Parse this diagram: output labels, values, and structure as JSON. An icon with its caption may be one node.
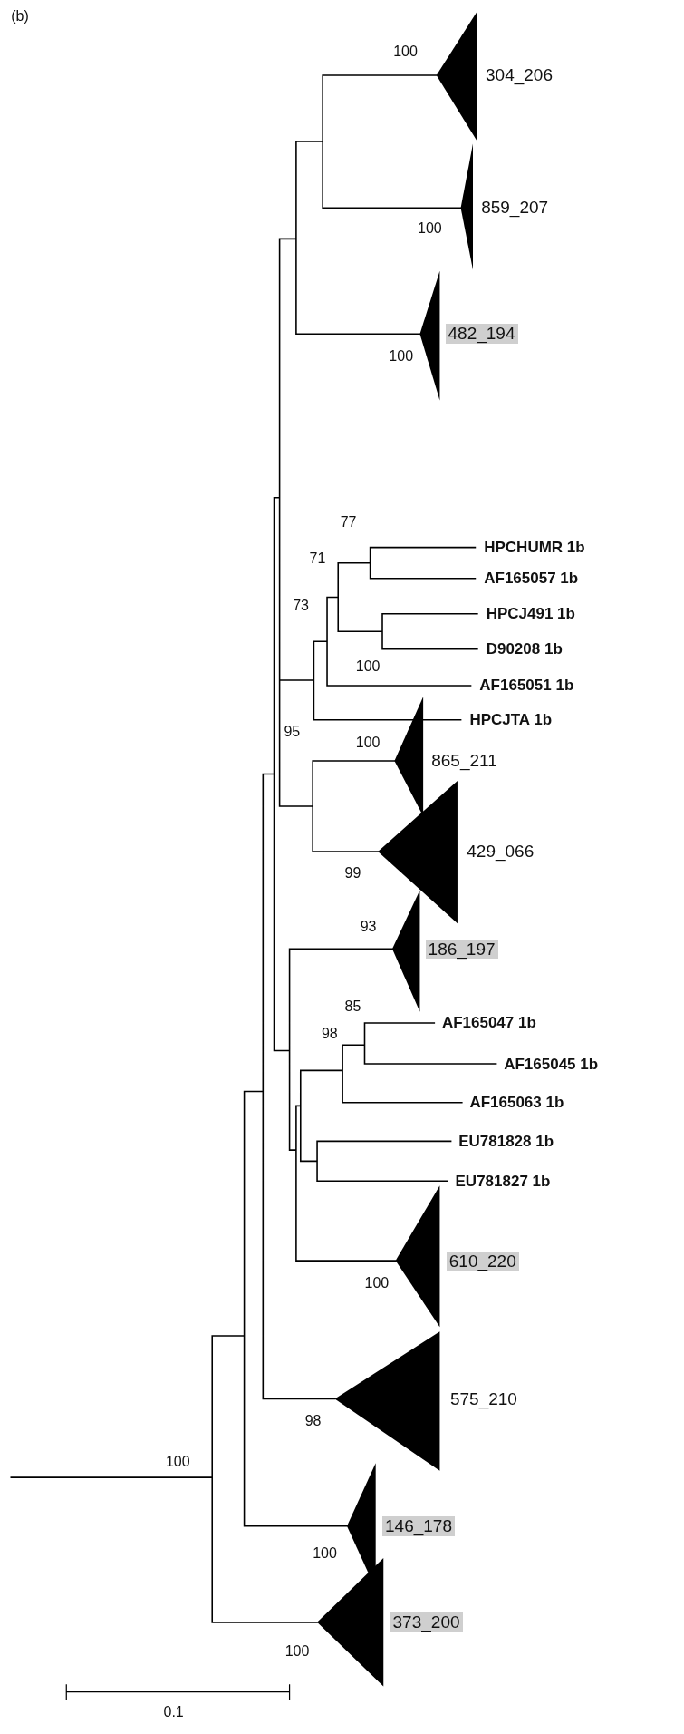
{
  "diagram": {
    "labels": [
      "(b)",
      "100",
      "304_206",
      "859_207",
      "100",
      "482_194",
      "100",
      "77",
      "HPCHUMR 1b",
      "71",
      "AF165057 1b",
      "73",
      "HPCJ491 1b",
      "D90208 1b",
      "100",
      "AF165051 1b",
      "HPCJTA 1b",
      "95",
      "100",
      "865_211",
      "429_066",
      "99",
      "93",
      "186_197",
      "85",
      "AF165047 1b",
      "98",
      "AF165045 1b",
      "AF165063 1b",
      "EU781828 1b",
      "EU781827 1b",
      "610_220",
      "100",
      "575_210",
      "98",
      "100",
      "146_178",
      "100",
      "373_200",
      "100",
      "0.1"
    ]
  }
}
